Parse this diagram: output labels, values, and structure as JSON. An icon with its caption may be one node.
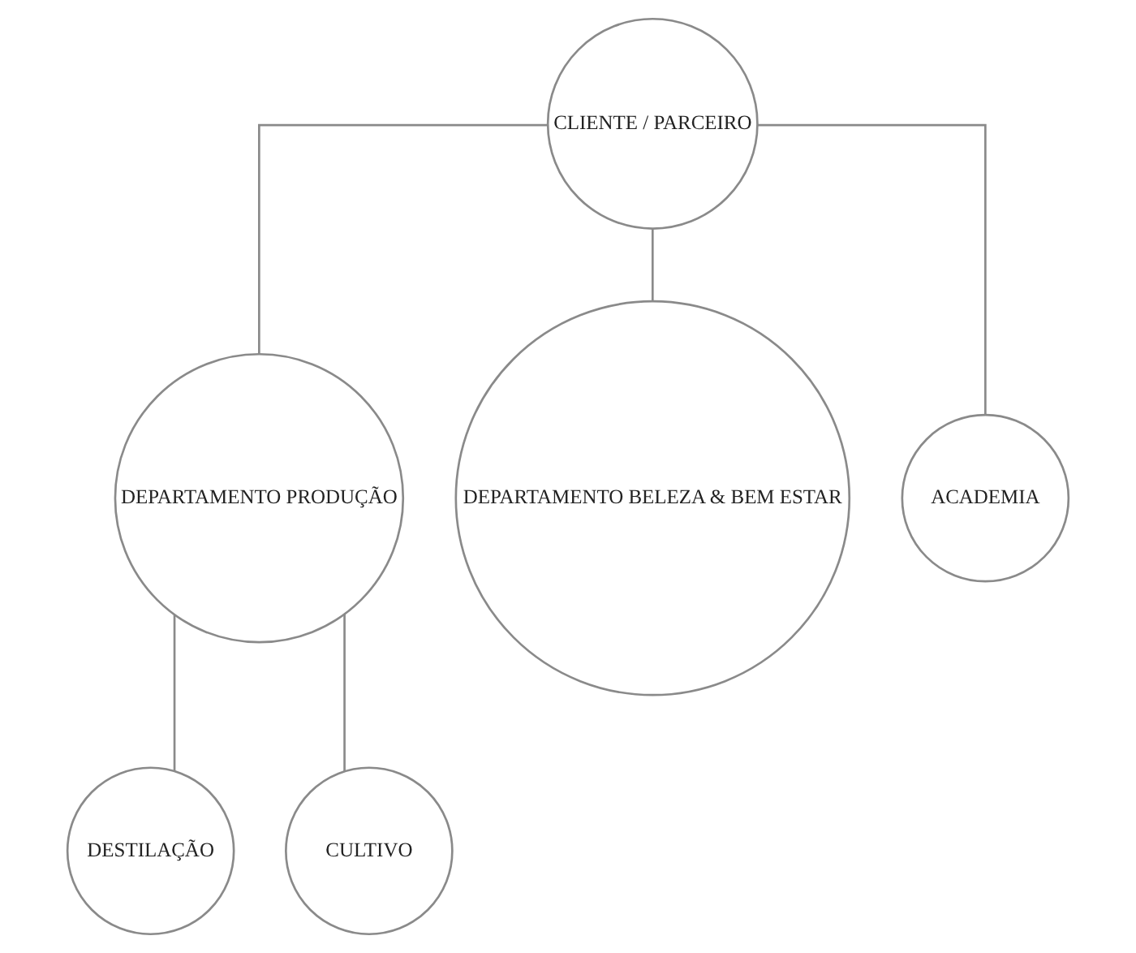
{
  "diagram": {
    "nodes": [
      {
        "text": [
          "CLIENTE / PARCEIRO"
        ]
      },
      {
        "text": [
          "DEPARTAMENTO PRODUÇÃO"
        ]
      },
      {
        "text": [
          "DEPARTAMENTO BELEZA & BEM ESTAR"
        ]
      },
      {
        "text": [
          "ACADEMIA"
        ]
      },
      {
        "text": [
          "DESTILAÇÃO"
        ]
      },
      {
        "text": [
          "CULTIVO"
        ]
      }
    ],
    "edges": [
      {
        "from": 0,
        "to": 1,
        "arrow": "none"
      },
      {
        "from": 0,
        "to": 2,
        "arrow": "none"
      },
      {
        "from": 0,
        "to": 3,
        "arrow": "none"
      },
      {
        "from": 1,
        "to": 4,
        "arrow": "none"
      },
      {
        "from": 1,
        "to": 5,
        "arrow": "none"
      }
    ]
  }
}
